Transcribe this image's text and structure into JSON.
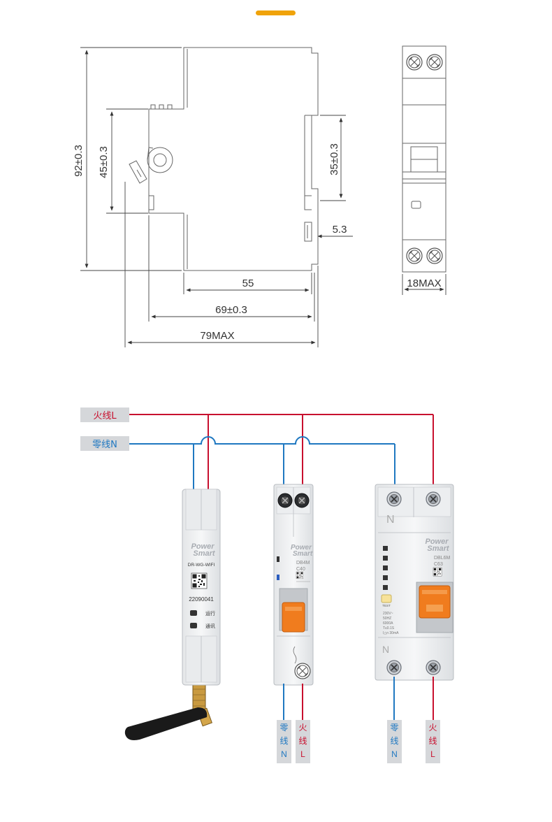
{
  "colors": {
    "accent_bar": "#f0a30a",
    "live_wire": "#c8102e",
    "neutral_wire": "#1f78c1",
    "breaker_handle": "#f07c1e",
    "line": "#555555"
  },
  "side_view": {
    "dims": {
      "height_total": "92±0.3",
      "height_mid": "45±0.3",
      "rail_height": "35±0.3",
      "rail_offset": "5.3",
      "width_55": "55",
      "width_69": "69±0.3",
      "width_79": "79MAX"
    }
  },
  "front_view": {
    "width": "18MAX"
  },
  "wiring": {
    "live_label": "火线L",
    "neutral_label": "零线N",
    "bottom_terminals": [
      {
        "top": "零",
        "mid": "线",
        "bottom": "N",
        "wire": "neutral"
      },
      {
        "top": "火",
        "mid": "线",
        "bottom": "L",
        "wire": "live"
      },
      {
        "top": "零",
        "mid": "线",
        "bottom": "N",
        "wire": "neutral"
      },
      {
        "top": "火",
        "mid": "线",
        "bottom": "L",
        "wire": "live"
      }
    ]
  },
  "device_wifi": {
    "brand_1": "Power",
    "brand_2": "Smart",
    "model": "DR-WG-WIFI",
    "serial": "22090041",
    "led_run": "运行",
    "led_comm": "通讯"
  },
  "device_mcb": {
    "brand_1": "Power",
    "brand_2": "Smart",
    "model": "DB4M",
    "rating": "C40"
  },
  "device_rcbo": {
    "brand_1": "Power",
    "brand_2": "Smart",
    "model": "DBL6M",
    "rating": "C63",
    "n_top": "N",
    "n_bottom": "N",
    "test": "TEST",
    "specs": [
      "230V~",
      "50HZ",
      "6000A",
      "T≤0.1S",
      "I△n 30mA"
    ]
  }
}
